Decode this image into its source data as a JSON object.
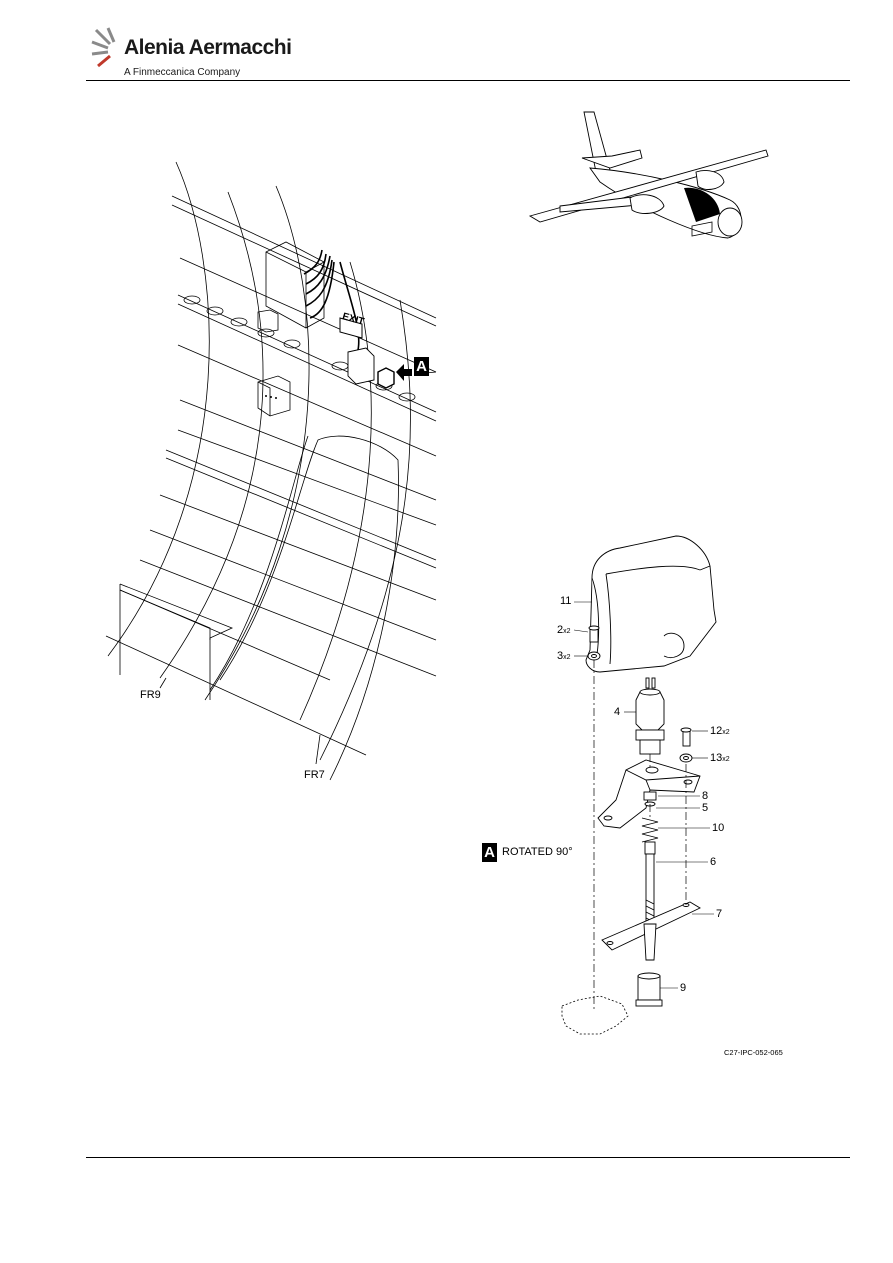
{
  "header": {
    "brand_name": "Alenia Aermacchi",
    "brand_tagline": "A Finmeccanica Company"
  },
  "detail_view": {
    "marker": "A",
    "caption": "ROTATED 90°"
  },
  "location_view": {
    "frame_labels": [
      "FR9",
      "FR7"
    ],
    "sign_text": "EXIT",
    "marker": "A"
  },
  "parts": [
    {
      "item": "11",
      "qty": ""
    },
    {
      "item": "2",
      "qty": "x2"
    },
    {
      "item": "3",
      "qty": "x2"
    },
    {
      "item": "4",
      "qty": ""
    },
    {
      "item": "12",
      "qty": "x2"
    },
    {
      "item": "13",
      "qty": "x2"
    },
    {
      "item": "8",
      "qty": ""
    },
    {
      "item": "5",
      "qty": ""
    },
    {
      "item": "10",
      "qty": ""
    },
    {
      "item": "6",
      "qty": ""
    },
    {
      "item": "7",
      "qty": ""
    },
    {
      "item": "9",
      "qty": ""
    }
  ],
  "figure_code": "C27-IPC-052-065"
}
